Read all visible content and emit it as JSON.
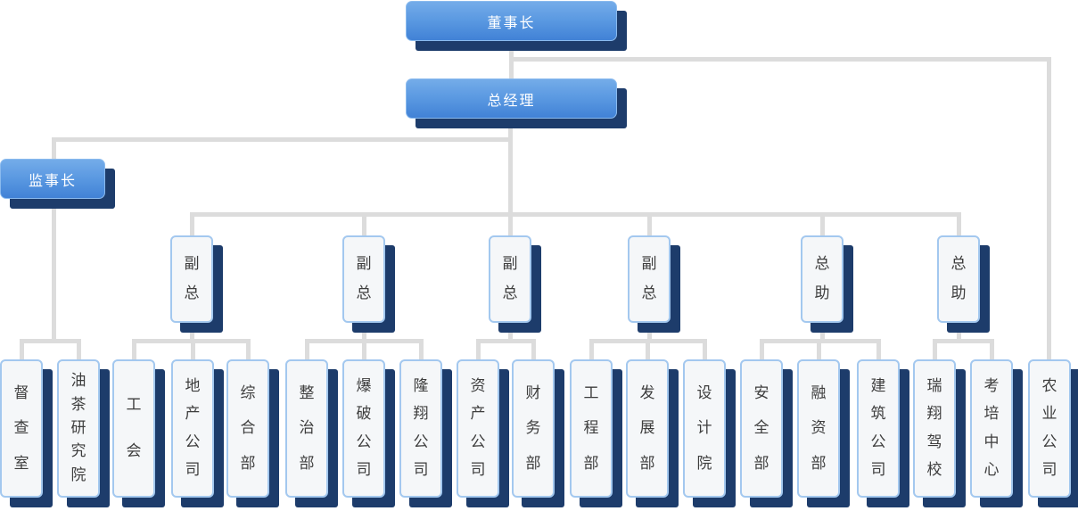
{
  "palette": {
    "box_blue_top": "#74ace9",
    "box_blue_bottom": "#4182d6",
    "shadow_navy": "#1d3c6b",
    "white_box_bg": "#f5f7f9",
    "white_box_border": "#a3c8ef",
    "connector_gray": "#dcdcdc",
    "text_dark": "#3d3d3d",
    "text_white": "#ffffff"
  },
  "org": {
    "chairman": {
      "label": "董事长"
    },
    "general_manager": {
      "label": "总经理"
    },
    "supervisor": {
      "label": "监事长",
      "children": [
        "督查室",
        "油茶研究院"
      ]
    },
    "executives": [
      {
        "label": "副总",
        "children": [
          "工会",
          "地产公司",
          "综合部"
        ]
      },
      {
        "label": "副总",
        "children": [
          "整治部",
          "爆破公司",
          "隆翔公司"
        ]
      },
      {
        "label": "副总",
        "children": [
          "资产公司",
          "财务部"
        ]
      },
      {
        "label": "副总",
        "children": [
          "工程部",
          "发展部",
          "设计院"
        ]
      },
      {
        "label": "总助",
        "children": [
          "安全部",
          "融资部",
          "建筑公司"
        ]
      },
      {
        "label": "总助",
        "children": [
          "瑞翔驾校",
          "考培中心"
        ]
      }
    ],
    "chairman_direct_children": [
      "农业公司"
    ]
  }
}
